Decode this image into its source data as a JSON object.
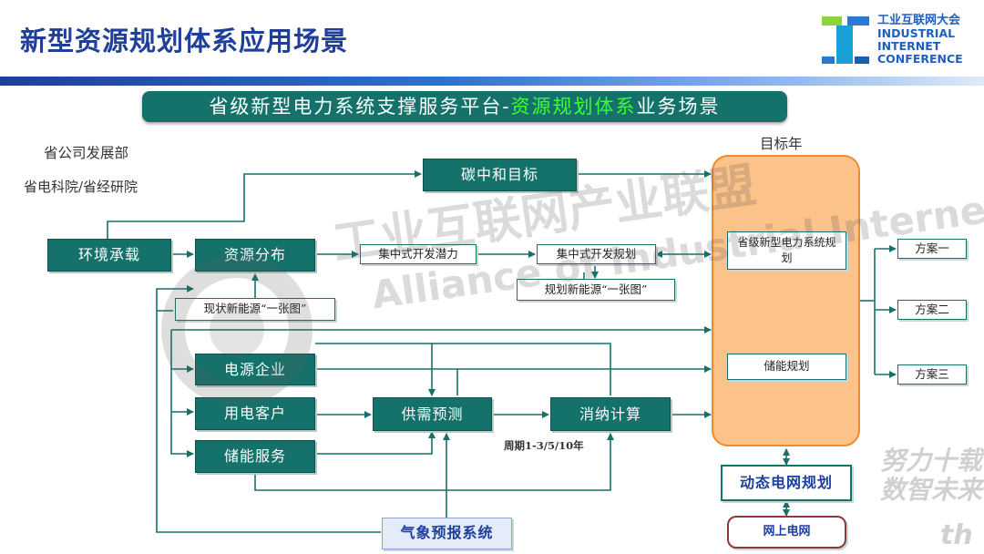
{
  "page_title": "新型资源规划体系应用场景",
  "logo": {
    "zh": "工业互联网大会",
    "en_line1": "INDUSTRIAL",
    "en_line2": "INTERNET",
    "en_line3": "CONFERENCE"
  },
  "banner": {
    "prefix": "省级新型电力系统支撑服务平台-",
    "highlight": "资源规划体系",
    "suffix": "业务场景"
  },
  "labels": {
    "dept1": "省公司发展部",
    "dept2": "省电科院/省经研院",
    "target_year": "目标年",
    "cycle": "周期1-3/5/10年"
  },
  "nodes": {
    "carbon": "碳中和目标",
    "env": "环境承载",
    "resource": "资源分布",
    "potential": "集中式开发潜力",
    "plan_central": "集中式开发规划",
    "plan_new_energy": "规划新能源“一张图”",
    "current_new_energy": "现状新能源“一张图”",
    "power_company": "电源企业",
    "customer": "用电客户",
    "storage_service": "储能服务",
    "supply_forecast": "供需预测",
    "absorb_calc": "消纳计算",
    "weather": "气象预报系统",
    "prov_plan": "省级新型电力系统规划",
    "storage_plan": "储能规划",
    "dynamic_grid": "动态电网规划",
    "online_grid": "网上电网",
    "scheme1": "方案一",
    "scheme2": "方案二",
    "scheme3": "方案三"
  },
  "watermark": {
    "zh": "工业互联网产业联盟",
    "en": "Alliance of Industrial Internet"
  },
  "slogan": {
    "line1": "努力十载",
    "line2": "数智未来",
    "fragment": "th"
  },
  "colors": {
    "node": "#14726b",
    "target_fill": "#fbc28a",
    "target_border": "#f08a2a",
    "title": "#1f3f9a",
    "highlight": "#3dff2e"
  }
}
